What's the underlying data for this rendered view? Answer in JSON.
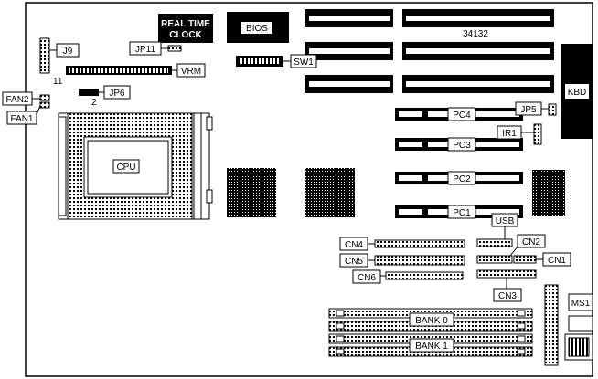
{
  "board": {
    "part_number": "34132",
    "components": {
      "rtc_line1": "REAL TIME",
      "rtc_line2": "CLOCK",
      "bios": "BIOS",
      "cpu": "CPU",
      "kbd": "KBD",
      "bank0": "BANK 0",
      "bank1": "BANK 1"
    },
    "labels": {
      "j9": "J9",
      "jp11": "JP11",
      "sw1": "SW1",
      "vrm": "VRM",
      "jp6": "JP6",
      "pin11": "11",
      "pin2": "2",
      "fan2": "FAN2",
      "fan1": "FAN1",
      "jp5": "JP5",
      "ir1": "IR1",
      "pc1": "PC1",
      "pc2": "PC2",
      "pc3": "PC3",
      "pc4": "PC4",
      "usb": "USB",
      "cn1": "CN1",
      "cn2": "CN2",
      "cn3": "CN3",
      "cn4": "CN4",
      "cn5": "CN5",
      "cn6": "CN6",
      "ms1": "MS1"
    }
  }
}
